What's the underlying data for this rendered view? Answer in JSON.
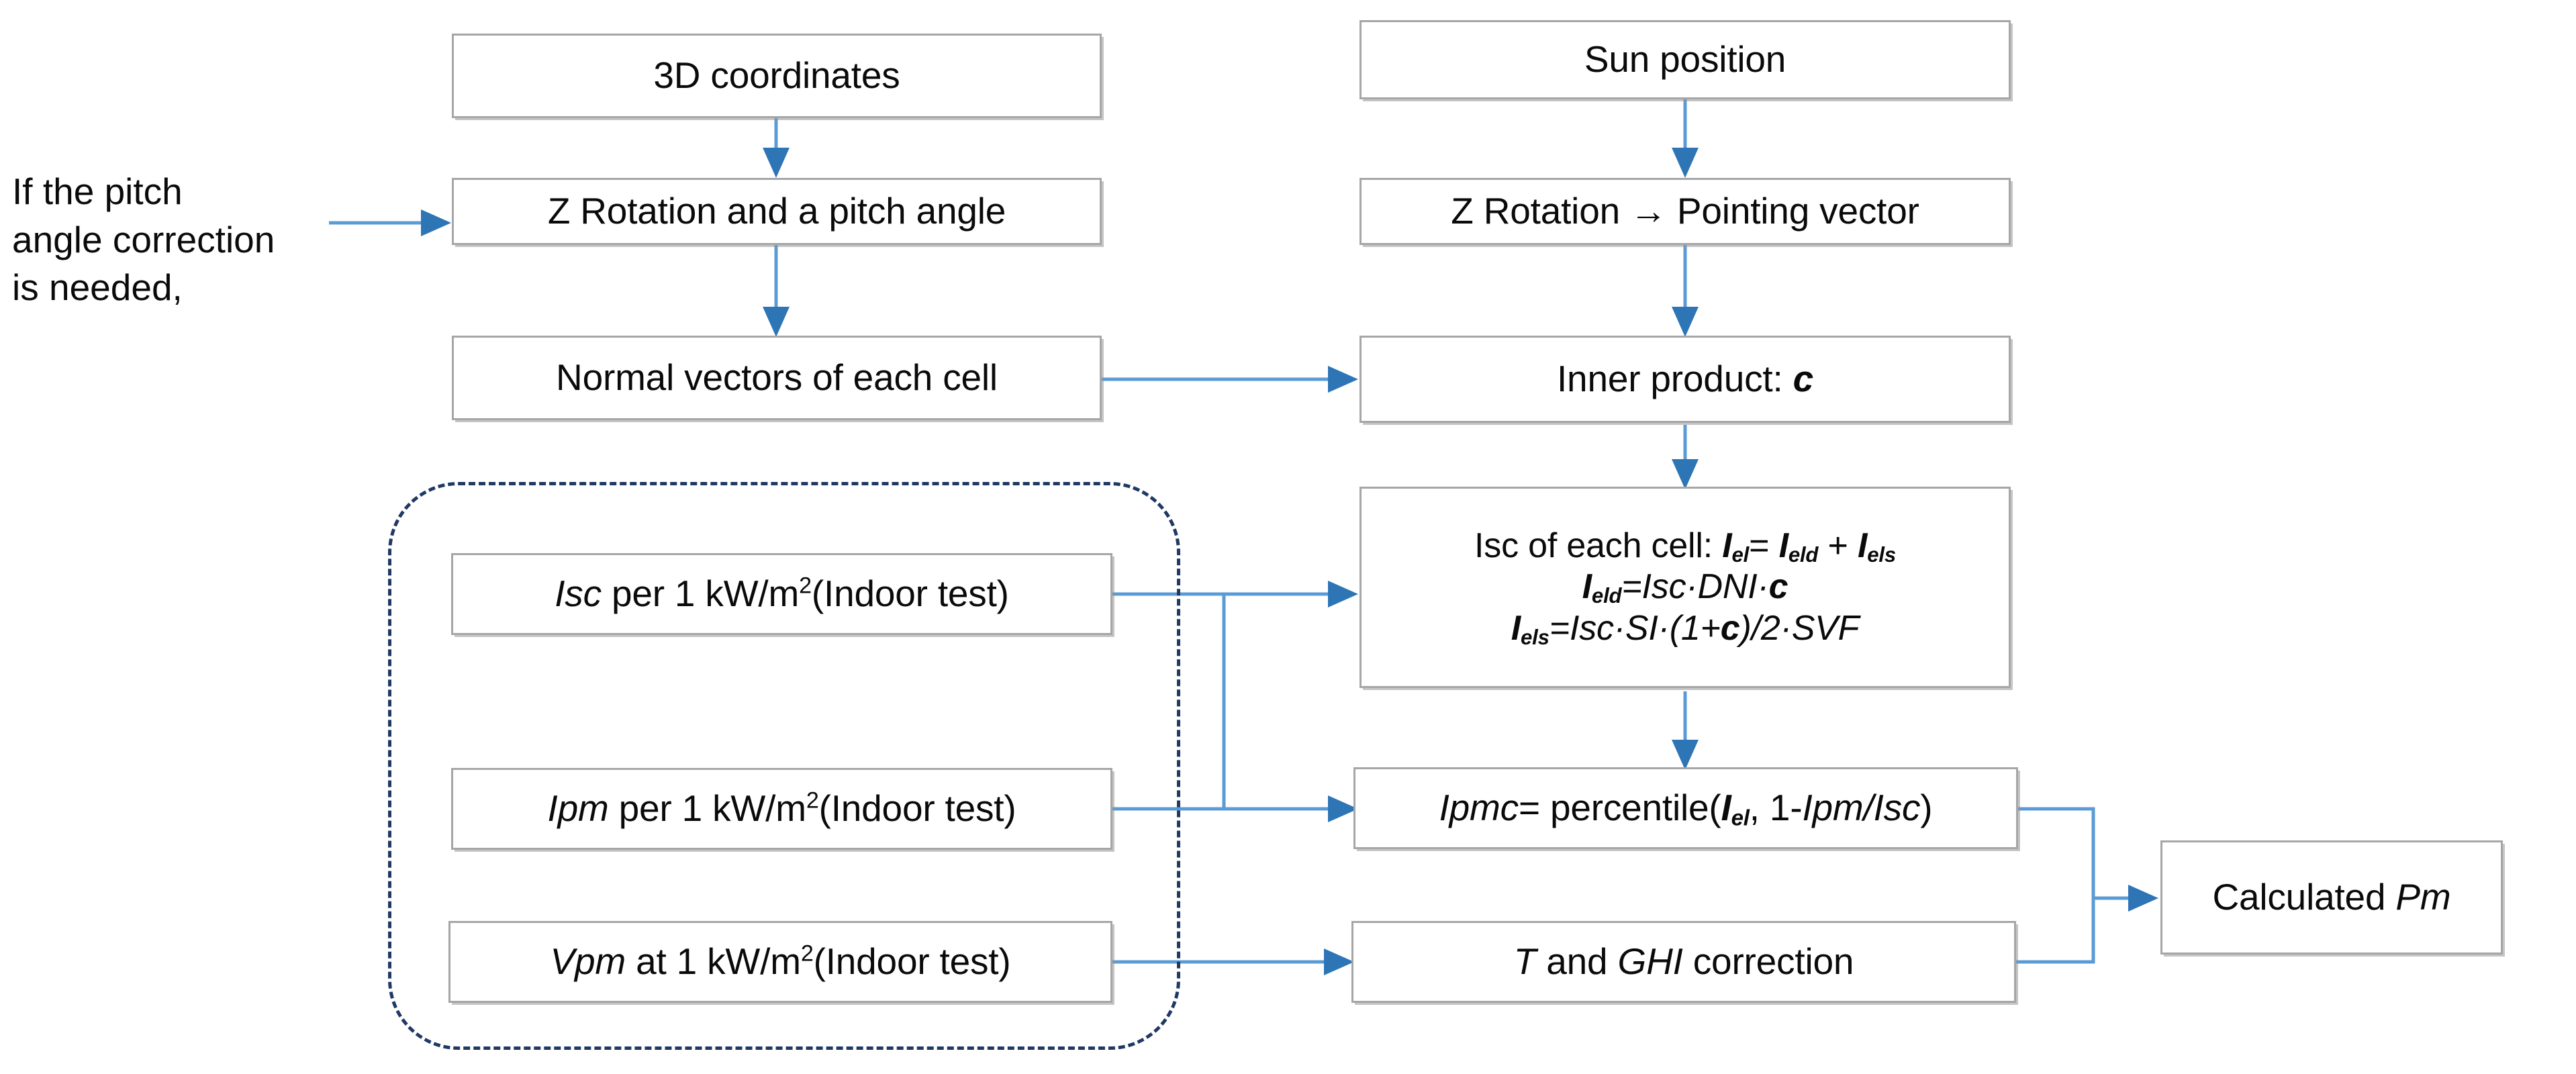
{
  "diagram": {
    "title": "PV module power calculation flowchart",
    "colors": {
      "box_border": "#a6a6a6",
      "box_fill": "#ffffff",
      "connector": "#5b9bd5",
      "arrowhead": "#2e75b6",
      "group_dashed_border": "#1f3864",
      "text": "#0a0a0a"
    },
    "caption": {
      "text": "If the pitch\nangle correction\nis needed,"
    },
    "nodes": {
      "coordinates_3d": {
        "label": "3D coordinates"
      },
      "z_rotation_pitch": {
        "label": "Z Rotation and a pitch angle"
      },
      "normal_vectors": {
        "label": "Normal vectors of each cell"
      },
      "sun_position": {
        "label": "Sun position"
      },
      "z_rotation_pointing": {
        "label": "Z Rotation → Pointing vector"
      },
      "inner_product": {
        "prefix": "Inner product: ",
        "symbol": "c"
      },
      "isc_cell": {
        "line1_prefix": "Isc of each cell: ",
        "line1_lhs": "I",
        "line1_lhs_sub": "el",
        "line1_eq": "= ",
        "line1_t1": "I",
        "line1_t1_sub": "eld",
        "line1_plus": " + ",
        "line1_t2": "I",
        "line1_t2_sub": "els",
        "line2_lhs": "I",
        "line2_lhs_sub": "eld",
        "line2_rhs": "=Isc·DNI·",
        "line2_c": "c",
        "line3_lhs": "I",
        "line3_lhs_sub": "els",
        "line3_rhs_a": "=Isc·SI·(1+",
        "line3_c": "c",
        "line3_rhs_b": ")/2·SVF"
      },
      "isc_indoor": {
        "italic": "Isc",
        "rest": " per 1 kW/m",
        "sup": "2",
        "tail": "(Indoor test)"
      },
      "ipm_indoor": {
        "italic": "Ipm",
        "rest": " per 1 kW/m",
        "sup": "2",
        "tail": "(Indoor test)"
      },
      "vpm_indoor": {
        "italic": "Vpm",
        "rest": " at 1 kW/m",
        "sup": "2",
        "tail": "(Indoor test)"
      },
      "ipmc": {
        "lhs": "Ipmc",
        "eq": "= percentile(",
        "arg1": "I",
        "arg1_sub": "el",
        "mid": ", 1-",
        "arg2": "Ipm/Isc",
        "close": ")"
      },
      "t_ghi_correction": {
        "italic1": "T",
        "mid": " and ",
        "italic2": "GHI",
        "tail": " correction"
      },
      "calculated_pm": {
        "prefix": "Calculated ",
        "italic": "Pm"
      }
    },
    "group": {
      "name": "indoor-test-inputs-group",
      "style": "dashed-rounded-rectangle"
    },
    "connectors": [
      {
        "name": "coordinates-to-zrotation",
        "from": "coordinates_3d",
        "to": "z_rotation_pitch",
        "kind": "vertical-arrow"
      },
      {
        "name": "zrotation-to-normals",
        "from": "z_rotation_pitch",
        "to": "normal_vectors",
        "kind": "vertical-arrow"
      },
      {
        "name": "caption-to-zrotation",
        "from": "caption",
        "to": "z_rotation_pitch",
        "kind": "horizontal-arrow"
      },
      {
        "name": "sun-to-zrotation-pointing",
        "from": "sun_position",
        "to": "z_rotation_pointing",
        "kind": "vertical-arrow"
      },
      {
        "name": "zrotation-pointing-to-inner",
        "from": "z_rotation_pointing",
        "to": "inner_product",
        "kind": "vertical-arrow"
      },
      {
        "name": "normals-to-inner",
        "from": "normal_vectors",
        "to": "inner_product",
        "kind": "horizontal-arrow"
      },
      {
        "name": "inner-to-isc-cell",
        "from": "inner_product",
        "to": "isc_cell",
        "kind": "vertical-arrow"
      },
      {
        "name": "isc-indoor-to-isc-cell",
        "from": "isc_indoor",
        "to": "isc_cell",
        "kind": "horizontal-arrow"
      },
      {
        "name": "isc-indoor-branch-to-ipmc",
        "from": "isc_indoor",
        "to": "ipmc",
        "kind": "elbow-arrow"
      },
      {
        "name": "ipm-indoor-to-ipmc",
        "from": "ipm_indoor",
        "to": "ipmc",
        "kind": "horizontal-arrow"
      },
      {
        "name": "isc-cell-to-ipmc",
        "from": "isc_cell",
        "to": "ipmc",
        "kind": "vertical-arrow"
      },
      {
        "name": "vpm-indoor-to-correction",
        "from": "vpm_indoor",
        "to": "t_ghi_correction",
        "kind": "horizontal-arrow"
      },
      {
        "name": "ipmc-to-calculated-pm",
        "from": "ipmc",
        "to": "calculated_pm",
        "kind": "elbow-arrow"
      },
      {
        "name": "correction-to-calculated-pm",
        "from": "t_ghi_correction",
        "to": "calculated_pm",
        "kind": "elbow-arrow"
      }
    ]
  }
}
